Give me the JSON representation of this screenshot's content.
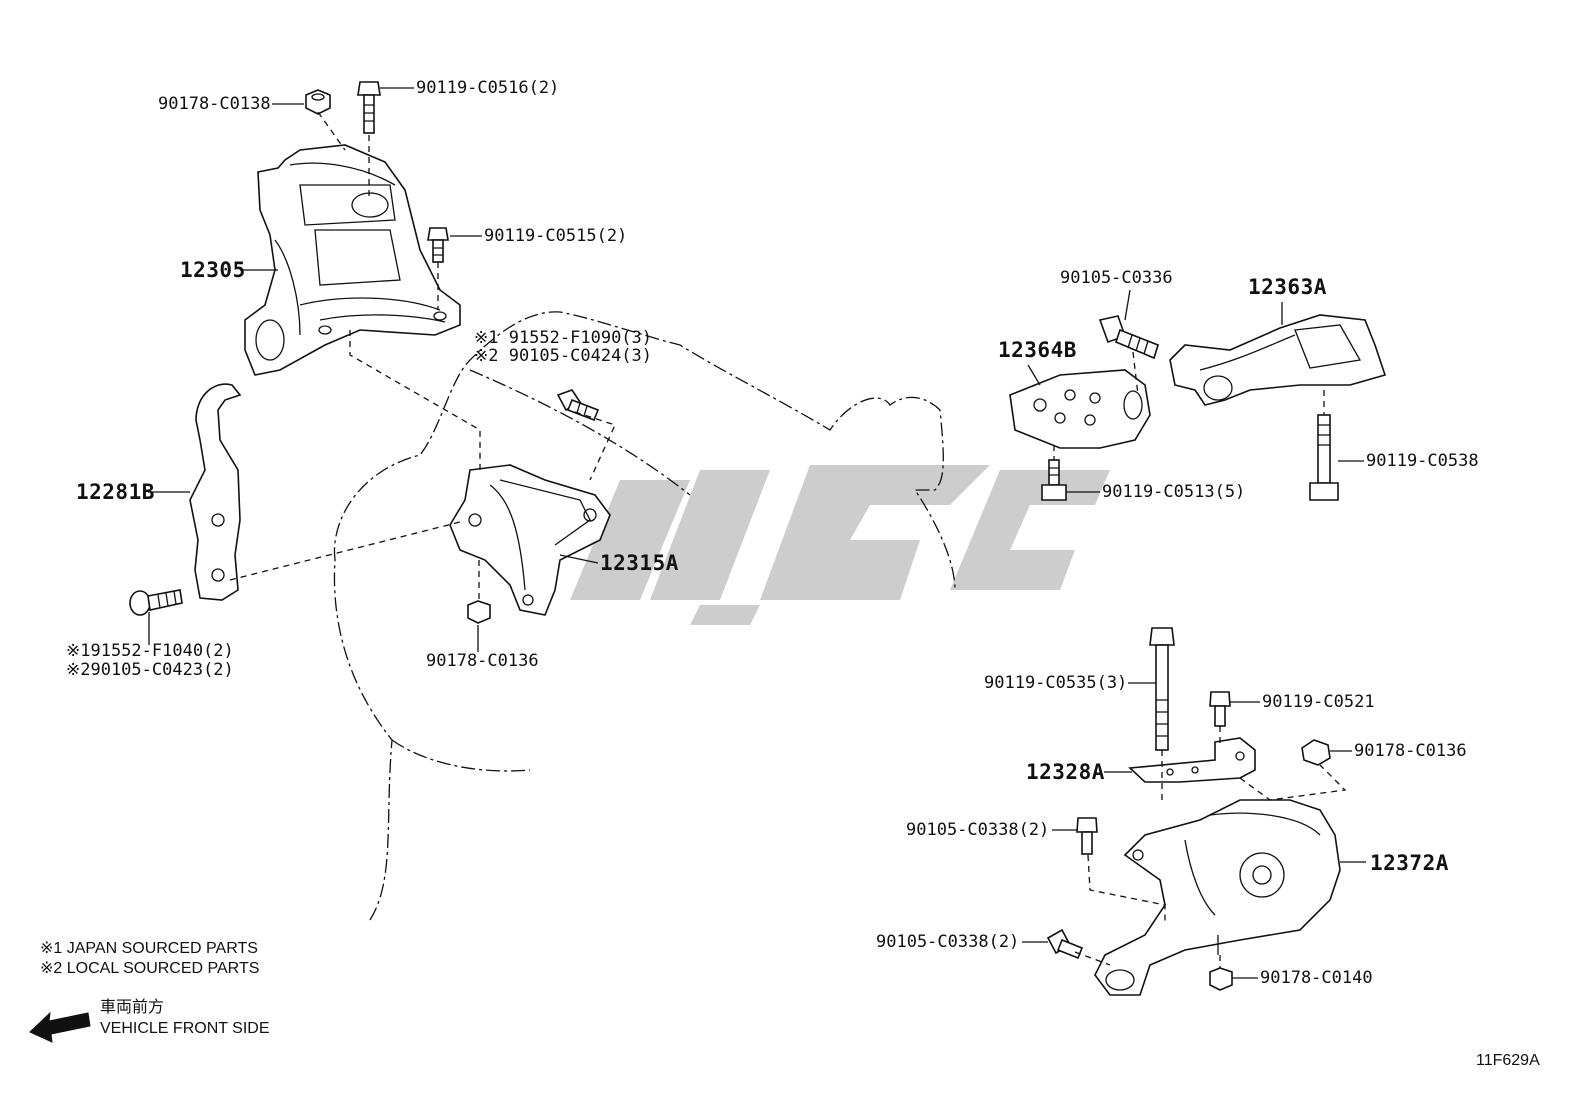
{
  "labels": {
    "p_90178_C0138_top": "90178-C0138",
    "p_90119_C0516": "90119-C0516(2)",
    "p_90119_C0515": "90119-C0515(2)",
    "p_12305": "12305",
    "p_12281B": "12281B",
    "p_91552_F1040": "※191552-F1040(2)",
    "p_90105_C0423": "※290105-C0423(2)",
    "p_91552_F1090": "※1 91552-F1090(3)",
    "p_90105_C0424": "※2 90105-C0424(3)",
    "p_12315A": "12315A",
    "p_90178_C0136_left": "90178-C0136",
    "p_90105_C0336": "90105-C0336",
    "p_12363A": "12363A",
    "p_12364B": "12364B",
    "p_90119_C0538": "90119-C0538",
    "p_90119_C0513": "90119-C0513(5)",
    "p_90119_C0535": "90119-C0535(3)",
    "p_90119_C0521": "90119-C0521",
    "p_90178_C0136_right": "90178-C0136",
    "p_12328A": "12328A",
    "p_90105_C0338_a": "90105-C0338(2)",
    "p_12372A": "12372A",
    "p_90105_C0338_b": "90105-C0338(2)",
    "p_90178_C0140": "90178-C0140"
  },
  "notes": {
    "note1": "※1  JAPAN SOURCED PARTS",
    "note2": "※2  LOCAL SOURCED PARTS",
    "direction_jp": "車両前方",
    "direction_en": "VEHICLE FRONT SIDE"
  },
  "reference_code": "11F629A",
  "colors": {
    "line": "#111111",
    "watermark": "#c8c8c8",
    "background": "#ffffff"
  }
}
